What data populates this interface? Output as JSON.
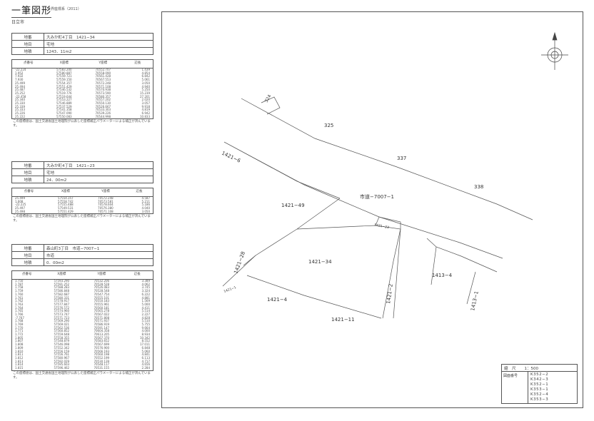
{
  "header": {
    "title": "一筆図形",
    "subtitle": "世界座標系（2011）",
    "city": "日立市"
  },
  "sections": [
    {
      "rows": [
        {
          "key": "地番",
          "value": "大みか町4丁目　1421−34"
        },
        {
          "key": "地目",
          "value": "宅地"
        },
        {
          "key": "地積",
          "value": "1243．11m2"
        }
      ],
      "headers": [
        "点番号",
        "X座標",
        "Y座標",
        "辺長"
      ],
      "points": [
        [
          "-22.224",
          "57583.200",
          "70552.707",
          "1.439"
        ],
        [
          "1.952",
          "57580.887",
          "70558.090",
          "4.854"
        ],
        [
          "7.932",
          "57559.721",
          "70561.428",
          "6.842"
        ],
        [
          "7.930",
          "57559.150",
          "70567.553",
          "5.061"
        ],
        [
          "25.499",
          "57554.357",
          "70572.248",
          "3.050"
        ],
        [
          "25.494",
          "57551.429",
          "70571.108",
          "4.940"
        ],
        [
          "25.487",
          "57546.532",
          "70570.938",
          "5.250"
        ],
        [
          "25.252",
          "57519.776",
          "70573.590",
          "15.239"
        ],
        [
          "-22.458",
          "57519.644",
          "70580.357",
          "27.201"
        ],
        [
          "25.340",
          "57553.227",
          "70557.202",
          "2.020"
        ],
        [
          "25.330",
          "57546.889",
          "70550.130",
          "3.057"
        ],
        [
          "25.339",
          "57537.529",
          "70526.667",
          "9.918"
        ],
        [
          "25.333",
          "57541.358",
          "70533.303",
          "4.819"
        ],
        [
          "25.226",
          "57547.090",
          "70539.226",
          "6.942"
        ],
        [
          "25.222",
          "57550.083",
          "70544.998",
          "10.833"
        ]
      ],
      "note": "この座標値は、国土交通省国土地理院が公表した座標補正パラメーターによる補正が済んでいます。"
    },
    {
      "rows": [
        {
          "key": "地番",
          "value": "大みか町4丁目　1421−23"
        },
        {
          "key": "地目",
          "value": "宅地"
        },
        {
          "key": "地積",
          "value": "24．00m2"
        }
      ],
      "headers": [
        "点番号",
        "X座標",
        "Y座標",
        "辺長"
      ],
      "points": [
        [
          "25.499",
          "57554.357",
          "70572.248",
          "4.587"
        ],
        [
          "1.608",
          "57558.742",
          "70573.581",
          "5.211"
        ],
        [
          "-22.225",
          "57555.488",
          "70578.604",
          "5.186"
        ],
        [
          "25.497",
          "57549.531",
          "70576.380",
          "4.040"
        ],
        [
          "25.498",
          "57551.429",
          "70571.108",
          "3.050"
        ]
      ],
      "note": "この座標値は、国土交通省国土地理院が公表した座標補正パラメーターによる補正が済んでいます。"
    },
    {
      "rows": [
        {
          "key": "地番",
          "value": "森山町3丁目　市道−7007−1"
        },
        {
          "key": "地目",
          "value": "市道"
        },
        {
          "key": "地積",
          "value": "0．00m2"
        }
      ],
      "headers": [
        "点番号",
        "X座標",
        "Y座標",
        "辺長"
      ],
      "points": [
        [
          "1.750",
          "57593.290",
          "70532.206",
          "3.389"
        ],
        [
          "1.787",
          "57591.252",
          "70528.528",
          "4.062"
        ],
        [
          "1.758",
          "57588.283",
          "70526.083",
          "3.745"
        ],
        [
          "1.759",
          "57586.848",
          "70528.548",
          "3.324"
        ],
        [
          "1.760",
          "57582.687",
          "70547.754",
          "6.222"
        ],
        [
          "1.761",
          "57580.331",
          "70555.101",
          "4.881"
        ],
        [
          "1.762",
          "57578.917",
          "70550.183",
          "1.569"
        ],
        [
          "1.763",
          "57577.847",
          "70555.961",
          "5.000"
        ],
        [
          "1.764",
          "57576.572",
          "70560.181",
          "4.411"
        ],
        [
          "1.765",
          "57574.960",
          "70565.278",
          "5.514"
        ],
        [
          "1.766",
          "57573.747",
          "70567.022",
          "2.227"
        ],
        [
          "-7.767",
          "57571.723",
          "70571.808",
          "4.828"
        ],
        [
          "1.768",
          "57569.290",
          "70571.937",
          "5.510"
        ],
        [
          "1.769",
          "57569.021",
          "70586.919",
          "5.755"
        ],
        [
          "1.770",
          "57562.536",
          "70591.147",
          "9.664"
        ],
        [
          "1.771",
          "57560.852",
          "70604.358",
          "4.000"
        ],
        [
          "1.772",
          "57559.648",
          "70613.205",
          "8.934"
        ],
        [
          "1.805",
          "57558.355",
          "70567.370",
          "10.342"
        ],
        [
          "1.807",
          "57548.879",
          "70583.652",
          "8.552"
        ],
        [
          "1.808",
          "57546.098",
          "70567.699",
          "17.011"
        ],
        [
          "1.809",
          "57552.342",
          "70576.900",
          "6.848"
        ],
        [
          "1.810",
          "57556.159",
          "70566.193",
          "5.060"
        ],
        [
          "1.811",
          "57556.761",
          "70560.198",
          "4.841"
        ],
        [
          "1.812",
          "57580.967",
          "70552.199",
          "6.113"
        ],
        [
          "1.813",
          "57592.029",
          "70530.139",
          "4.717"
        ],
        [
          "1.814",
          "57595.603",
          "70548.117",
          "4.656"
        ],
        [
          "1.815",
          "57596.462",
          "70531.155",
          "2.284"
        ]
      ],
      "note": "この座標値は、国土交通省国土地理院が公表した座標補正パラメーターによる補正が済んでいます。"
    }
  ],
  "map": {
    "lot_labels": {
      "p324": "324",
      "p325": "325",
      "p337": "337",
      "p338": "338",
      "road": "市道−7007−1",
      "p1421_6": "1421−6",
      "p1421_49": "1421−49",
      "p1421_23": "1421−23",
      "p1421_28": "1421−28",
      "p1421_34": "1421−34",
      "p1421_2": "1421−2",
      "p1413_4": "1413−4",
      "p1413_1": "1413−1",
      "p1421_4": "1421−4",
      "p1421_11": "1421−11",
      "p1421_1": "1421−1"
    }
  },
  "legend": {
    "scale_label": "縮　尺",
    "scale_value": "1：500",
    "index_label": "図面番号",
    "sheets": [
      "K352−2",
      "K342−3",
      "K352−1",
      "K353−1",
      "K352−4",
      "K353−3"
    ]
  }
}
